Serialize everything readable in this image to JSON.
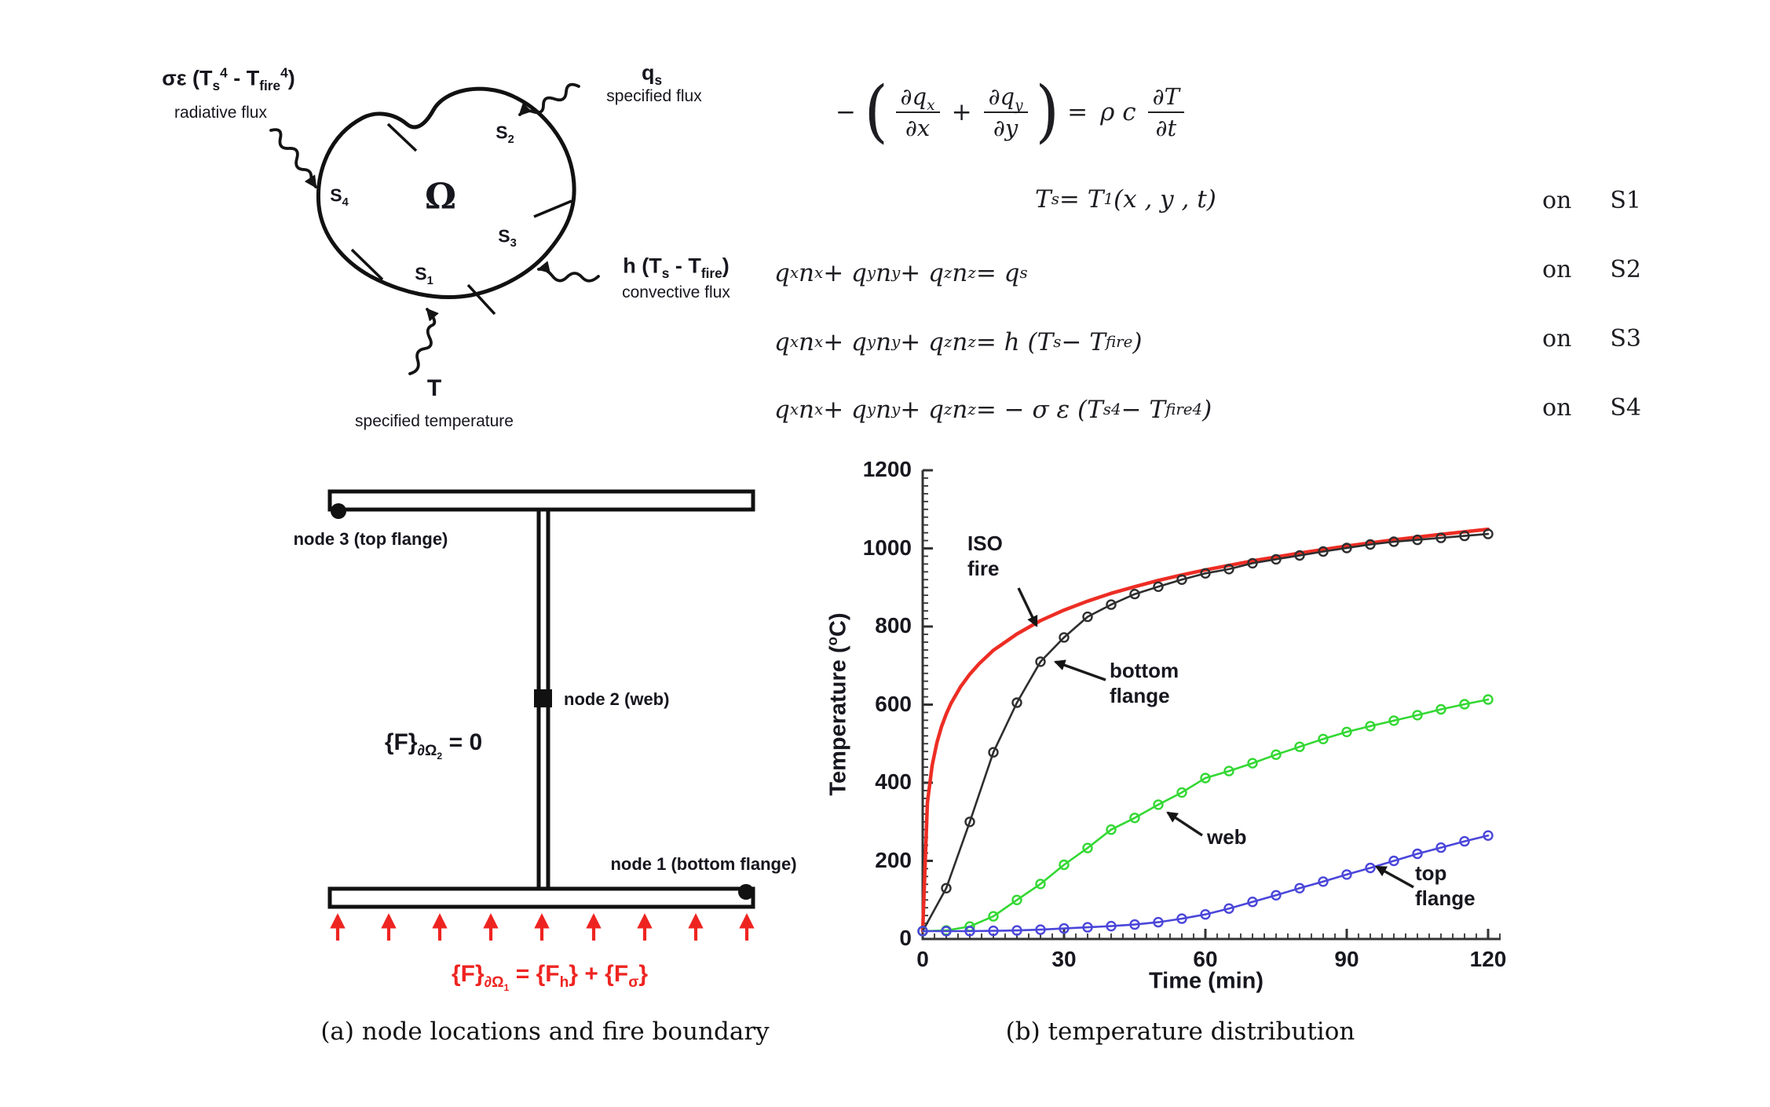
{
  "domain_diagram": {
    "radiative_formula_parts": [
      "σε (T",
      {
        "sub": "s"
      },
      {
        "sup": "4"
      },
      " - T",
      {
        "sub": "fire"
      },
      {
        "sup": "4"
      },
      ")"
    ],
    "radiative_label": "radiative flux",
    "flux_symbol_parts": [
      "q",
      {
        "sub": "s"
      }
    ],
    "flux_label": "specified flux",
    "convective_formula_parts": [
      "h (T",
      {
        "sub": "s"
      },
      " - T",
      {
        "sub": "fire"
      },
      ")"
    ],
    "convective_label": "convective flux",
    "temperature_symbol": "T",
    "temperature_label": "specified temperature",
    "omega_symbol": "Ω",
    "s1_parts": [
      "S",
      {
        "sub": "1"
      }
    ],
    "s2_parts": [
      "S",
      {
        "sub": "2"
      }
    ],
    "s3_parts": [
      "S",
      {
        "sub": "3"
      }
    ],
    "s4_parts": [
      "S",
      {
        "sub": "4"
      }
    ]
  },
  "equations": {
    "eq1": {
      "lead": "−",
      "lparen": "(",
      "frac1_num_parts": [
        "∂q",
        {
          "sub": "x"
        }
      ],
      "frac1_den": "∂x",
      "plus": "+",
      "frac2_num_parts": [
        "∂q",
        {
          "sub": "y"
        }
      ],
      "frac2_den": "∂y",
      "rparen": ")",
      "equals": "=",
      "rho": "ρ c",
      "frac3_num": "∂T",
      "frac3_den": "∂t"
    },
    "eq2_parts": [
      "T",
      {
        "sub": "s"
      },
      " = T",
      {
        "sub": "1"
      },
      " (x , y , t)"
    ],
    "eq3_parts": [
      "q",
      {
        "sub": "x"
      },
      " n",
      {
        "sub": "x"
      },
      " + q",
      {
        "sub": "y"
      },
      " n",
      {
        "sub": "y"
      },
      " + q",
      {
        "sub": "z"
      },
      " n",
      {
        "sub": "z"
      },
      " = q",
      {
        "sub": "s"
      }
    ],
    "eq4_parts": [
      "q",
      {
        "sub": "x"
      },
      " n",
      {
        "sub": "x"
      },
      " + q",
      {
        "sub": "y"
      },
      " n",
      {
        "sub": "y"
      },
      " + q",
      {
        "sub": "z"
      },
      " n",
      {
        "sub": "z"
      },
      " = h (T",
      {
        "sub": "s"
      },
      " − T",
      {
        "sub": "fire"
      },
      ")"
    ],
    "eq5_parts": [
      "q",
      {
        "sub": "x"
      },
      " n",
      {
        "sub": "x"
      },
      " + q",
      {
        "sub": "y"
      },
      " n",
      {
        "sub": "y"
      },
      " + q",
      {
        "sub": "z"
      },
      " n",
      {
        "sub": "z"
      },
      " = − σ ε (T",
      {
        "sub": "s"
      },
      {
        "sup": "4"
      },
      " − T",
      {
        "sub": "fire"
      },
      {
        "sup": "4"
      },
      ")"
    ],
    "on_rows": [
      {
        "on": "on",
        "s": "S1"
      },
      {
        "on": "on",
        "s": "S2"
      },
      {
        "on": "on",
        "s": "S3"
      },
      {
        "on": "on",
        "s": "S4"
      }
    ]
  },
  "ibeam": {
    "node3_label": "node 3 (top flange)",
    "node2_label": "node 2 (web)",
    "node1_label": "node 1 (bottom flange)",
    "interior_formula_parts": [
      "{F}",
      {
        "sub": [
          "∂Ω",
          {
            "sub": "2"
          }
        ]
      },
      " = 0"
    ],
    "fire_formula_parts": [
      "{F}",
      {
        "sub": [
          "∂Ω",
          {
            "sub": "1"
          }
        ]
      },
      "  = {F",
      {
        "sub": "h"
      },
      "} + {F",
      {
        "sub": "σ"
      },
      "}"
    ],
    "fire_color": "#ee2421",
    "caption": "(a) node locations and fire boundary"
  },
  "chart": {
    "caption": "(b) temperature distribution"
  },
  "chart_data": {
    "type": "line",
    "title": "",
    "xlabel": "Time (min)",
    "ylabel": "Temperature (°C)",
    "ylabel_parts": [
      "Temperature (",
      {
        "sup": "o"
      },
      "C)"
    ],
    "xlim": [
      0,
      120
    ],
    "ylim": [
      0,
      1200
    ],
    "xticks": [
      0,
      30,
      60,
      90,
      120
    ],
    "yticks": [
      0,
      200,
      400,
      600,
      800,
      1000,
      1200
    ],
    "x_minor_step": 2.5,
    "y_minor_step": 20,
    "grid": false,
    "legend": "none (arrow annotations)",
    "series": [
      {
        "name": "ISO fire",
        "color": "#ed2d24",
        "width": 4.5,
        "marker": false,
        "x": [
          0,
          1,
          2,
          3,
          4,
          5,
          6,
          8,
          10,
          12,
          15,
          20,
          25,
          30,
          35,
          40,
          45,
          50,
          55,
          60,
          70,
          80,
          90,
          100,
          110,
          120
        ],
        "y": [
          20,
          349,
          444,
          502,
          544,
          576,
          603,
          645,
          678,
          705,
          739,
          781,
          815,
          842,
          865,
          885,
          902,
          918,
          932,
          945,
          968,
          988,
          1006,
          1022,
          1036,
          1049
        ]
      },
      {
        "name": "bottom flange",
        "color": "#2e2e2e",
        "width": 2.6,
        "marker": true,
        "x": [
          0,
          5,
          10,
          15,
          20,
          25,
          30,
          35,
          40,
          45,
          50,
          55,
          60,
          65,
          70,
          75,
          80,
          85,
          90,
          95,
          100,
          105,
          110,
          115,
          120
        ],
        "y": [
          20,
          130,
          300,
          478,
          605,
          710,
          772,
          825,
          856,
          883,
          902,
          920,
          936,
          947,
          962,
          972,
          982,
          992,
          1001,
          1010,
          1017,
          1022,
          1027,
          1032,
          1037
        ]
      },
      {
        "name": "web",
        "color": "#33d833",
        "width": 2.6,
        "marker": true,
        "x": [
          0,
          5,
          10,
          15,
          20,
          25,
          30,
          35,
          40,
          45,
          50,
          55,
          60,
          65,
          70,
          75,
          80,
          85,
          90,
          95,
          100,
          105,
          110,
          115,
          120
        ],
        "y": [
          20,
          22,
          32,
          58,
          100,
          141,
          190,
          233,
          280,
          310,
          344,
          375,
          412,
          430,
          450,
          472,
          492,
          512,
          530,
          545,
          559,
          573,
          588,
          601,
          613
        ]
      },
      {
        "name": "top flange",
        "color": "#4a46d9",
        "width": 2.6,
        "marker": true,
        "x": [
          0,
          5,
          10,
          15,
          20,
          25,
          30,
          35,
          40,
          45,
          50,
          55,
          60,
          65,
          70,
          75,
          80,
          85,
          90,
          95,
          100,
          105,
          110,
          115,
          120
        ],
        "y": [
          20,
          20,
          20,
          21,
          22,
          24,
          27,
          30,
          33,
          37,
          43,
          52,
          63,
          78,
          95,
          112,
          130,
          147,
          165,
          182,
          200,
          218,
          234,
          250,
          265
        ]
      }
    ],
    "annotations": [
      {
        "id": "iso-fire",
        "lines": [
          "ISO",
          "fire"
        ],
        "x": 1232,
        "y": 676,
        "arrow": [
          1297,
          749,
          1320,
          797
        ]
      },
      {
        "id": "bottom-flange",
        "lines": [
          "bottom",
          "flange"
        ],
        "x": 1413,
        "y": 838,
        "arrow": [
          1408,
          866,
          1344,
          843
        ]
      },
      {
        "id": "web",
        "lines": [
          "web"
        ],
        "x": 1537,
        "y": 1050,
        "arrow": [
          1531,
          1064,
          1487,
          1035
        ]
      },
      {
        "id": "top-flange",
        "lines": [
          "top",
          "flange"
        ],
        "x": 1802,
        "y": 1096,
        "arrow": [
          1800,
          1130,
          1753,
          1104
        ]
      }
    ]
  }
}
